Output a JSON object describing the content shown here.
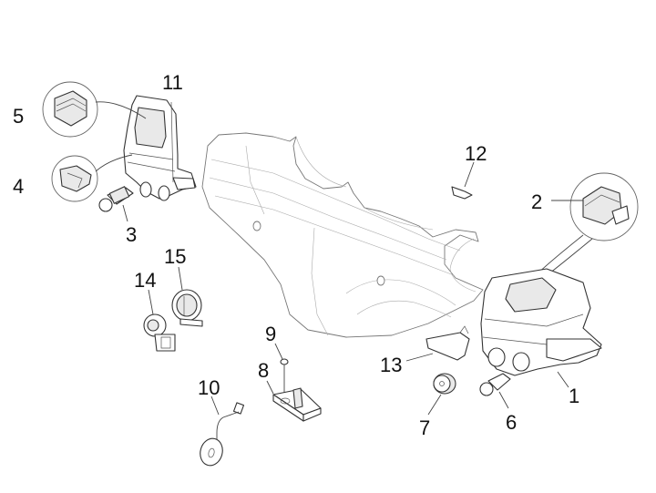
{
  "diagram": {
    "type": "exploded-parts-diagram",
    "subject": "handlebar cover and switch parts",
    "parts": [
      {
        "number": "1",
        "description": "right handlebar cover (lower)"
      },
      {
        "number": "2",
        "description": "switch (callout detail)"
      },
      {
        "number": "3",
        "description": "push button"
      },
      {
        "number": "4",
        "description": "switch (callout detail)"
      },
      {
        "number": "5",
        "description": "switch (callout detail)"
      },
      {
        "number": "6",
        "description": "push button"
      },
      {
        "number": "7",
        "description": "grommet"
      },
      {
        "number": "8",
        "description": "bracket plate"
      },
      {
        "number": "9",
        "description": "screw"
      },
      {
        "number": "10",
        "description": "ring terminal wire"
      },
      {
        "number": "11",
        "description": "left switch housing"
      },
      {
        "number": "12",
        "description": "bulb"
      },
      {
        "number": "13",
        "description": "lens"
      },
      {
        "number": "14",
        "description": "lock barrel"
      },
      {
        "number": "15",
        "description": "lock ring"
      }
    ]
  },
  "labels": {
    "p1": "1",
    "p2": "2",
    "p3": "3",
    "p4": "4",
    "p5": "5",
    "p6": "6",
    "p7": "7",
    "p8": "8",
    "p9": "9",
    "p10": "10",
    "p11": "11",
    "p12": "12",
    "p13": "13",
    "p14": "14",
    "p15": "15"
  }
}
